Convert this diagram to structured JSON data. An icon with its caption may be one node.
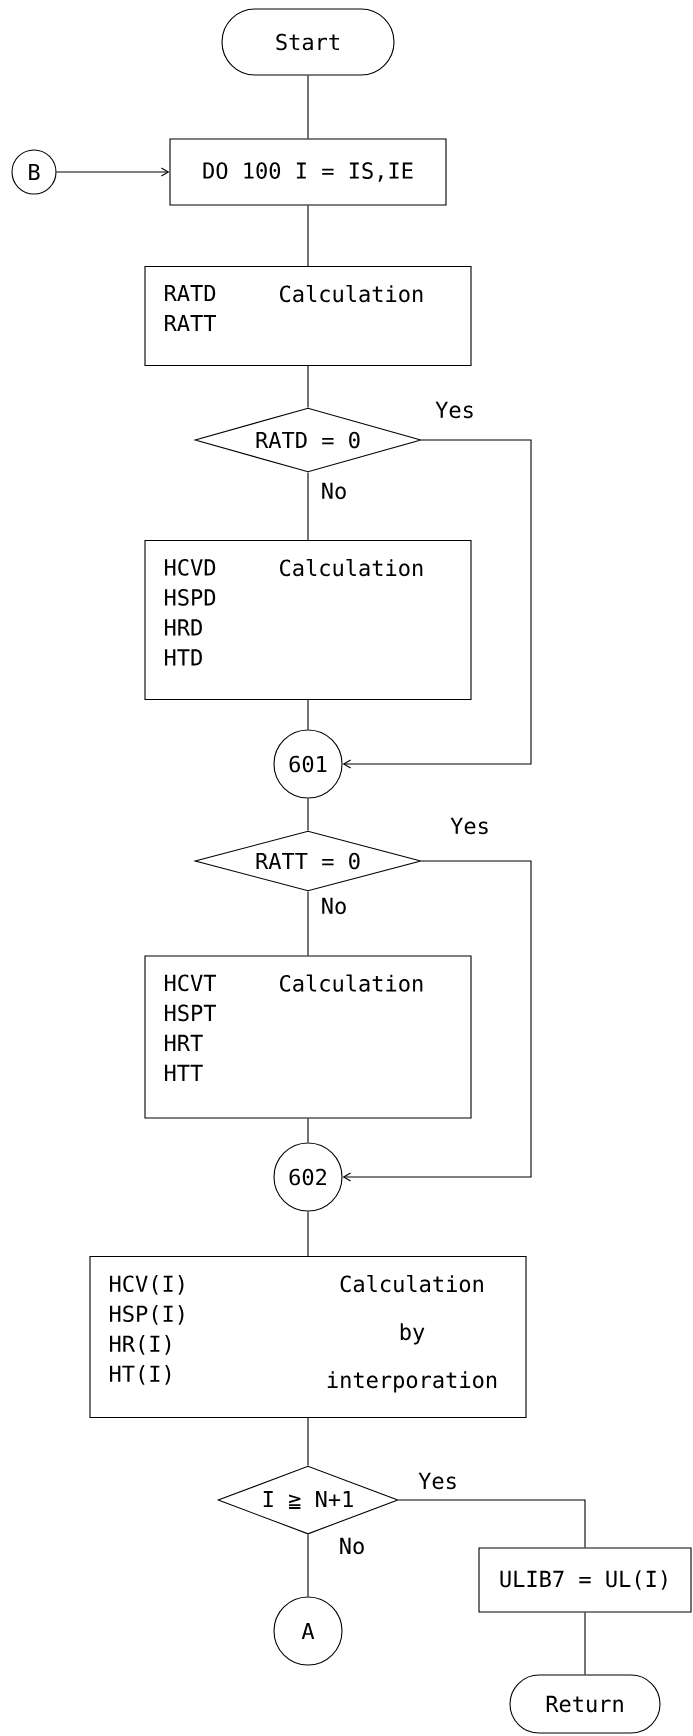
{
  "diagram": {
    "nodes": [
      {
        "text": [
          "Start"
        ]
      },
      {
        "text": [
          "B"
        ]
      },
      {
        "text": [
          "DO 100 I = IS,IE"
        ]
      },
      {
        "text": [
          "RATD RATT",
          "Calculation"
        ]
      },
      {
        "text": [
          "RATD = 0"
        ]
      },
      {
        "text": [
          "HCVD HSPD HRD HTD",
          "Calculation"
        ]
      },
      {
        "text": [
          "601"
        ]
      },
      {
        "text": [
          "RATT = 0"
        ]
      },
      {
        "text": [
          "HCVT HSPT HRT HTT",
          "Calculation"
        ]
      },
      {
        "text": [
          "602"
        ]
      },
      {
        "text": [
          "HCV(I) HSP(I) HR(I) HT(I)",
          "Calculation by interporation"
        ]
      },
      {
        "text": [
          "I ≧ N+1"
        ]
      },
      {
        "text": [
          "A"
        ]
      },
      {
        "text": [
          "ULIB7 = UL(I)"
        ]
      },
      {
        "text": [
          "Return"
        ]
      }
    ],
    "edges": [
      {
        "from": 0,
        "to": 2,
        "arrow": "none"
      },
      {
        "from": 1,
        "to": 2,
        "arrow": "to"
      },
      {
        "from": 2,
        "to": 3,
        "arrow": "none"
      },
      {
        "from": 3,
        "to": 4,
        "arrow": "none"
      },
      {
        "from": 4,
        "to": 6,
        "arrow": "to",
        "label": "Yes"
      },
      {
        "from": 4,
        "to": 5,
        "arrow": "none",
        "label": "No"
      },
      {
        "from": 5,
        "to": 6,
        "arrow": "none"
      },
      {
        "from": 6,
        "to": 7,
        "arrow": "none"
      },
      {
        "from": 7,
        "to": 9,
        "arrow": "to",
        "label": "Yes"
      },
      {
        "from": 7,
        "to": 8,
        "arrow": "none",
        "label": "No"
      },
      {
        "from": 8,
        "to": 9,
        "arrow": "none"
      },
      {
        "from": 9,
        "to": 10,
        "arrow": "none"
      },
      {
        "from": 10,
        "to": 11,
        "arrow": "none"
      },
      {
        "from": 11,
        "to": 13,
        "arrow": "none",
        "label": "Yes"
      },
      {
        "from": 11,
        "to": 12,
        "arrow": "none",
        "label": "No"
      },
      {
        "from": 13,
        "to": 14,
        "arrow": "none"
      }
    ]
  }
}
